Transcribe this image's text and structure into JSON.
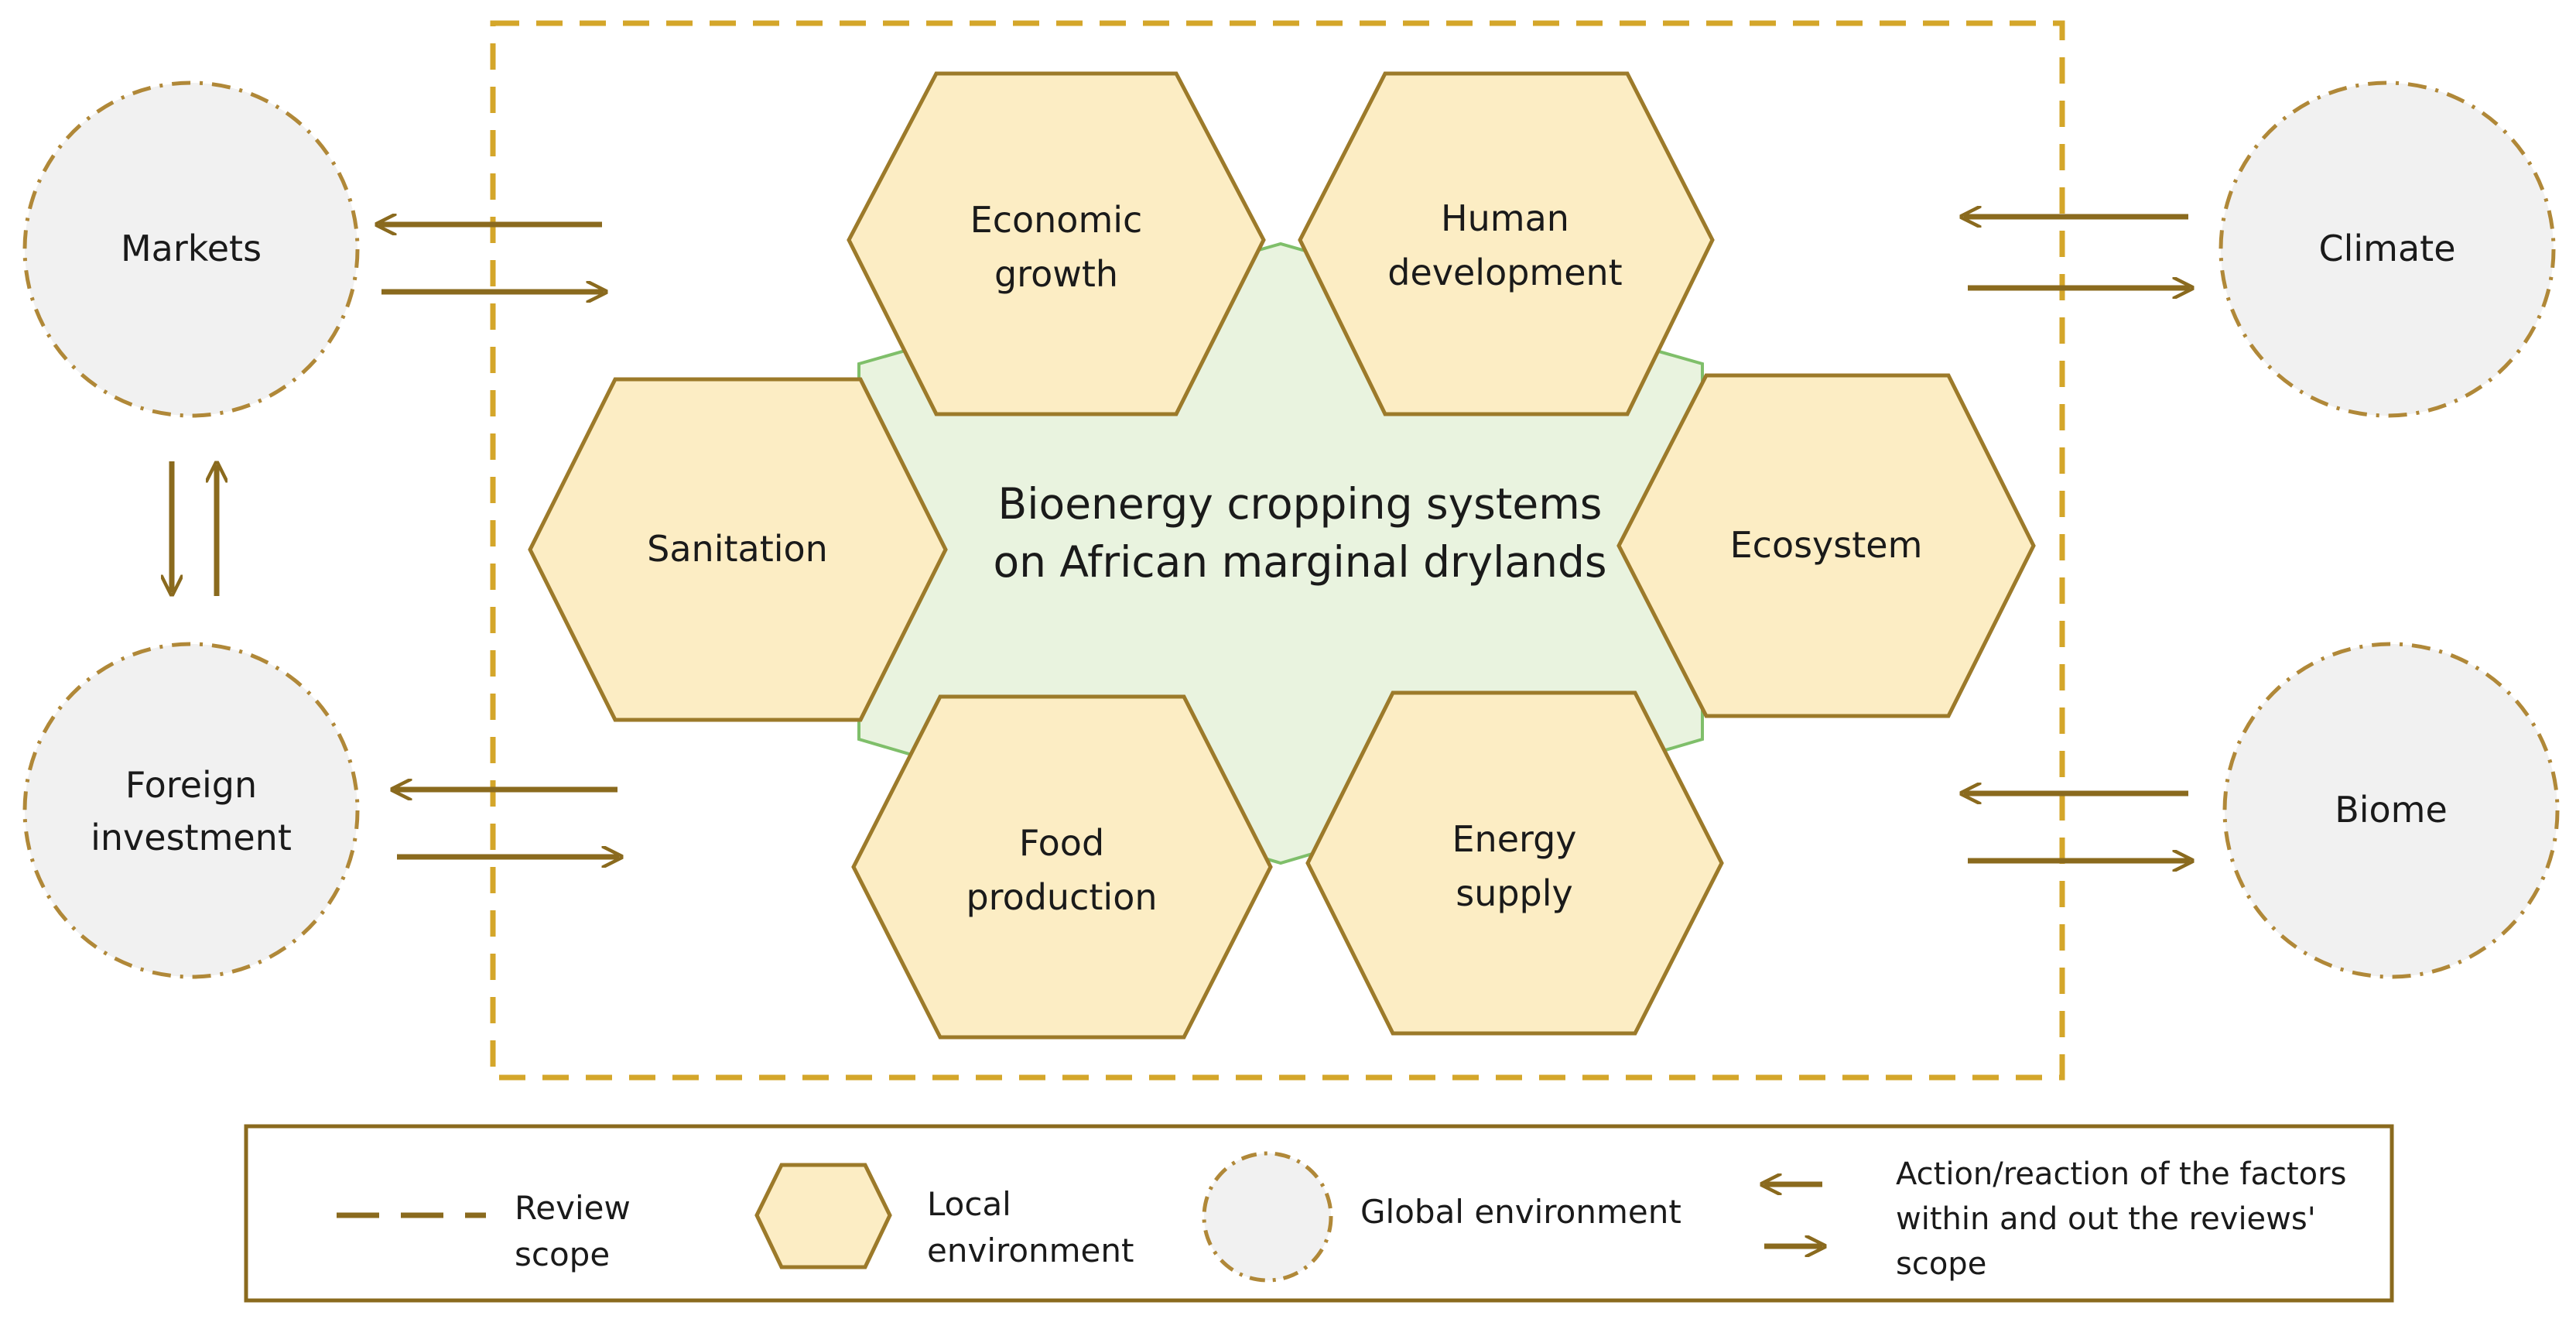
{
  "center_label": [
    "Bioenergy cropping systems",
    "on African marginal drylands"
  ],
  "local_factors": [
    {
      "id": "economic-growth",
      "lines": [
        "Economic",
        "growth"
      ]
    },
    {
      "id": "human-development",
      "lines": [
        "Human",
        "development"
      ]
    },
    {
      "id": "sanitation",
      "lines": [
        "Sanitation"
      ]
    },
    {
      "id": "ecosystem",
      "lines": [
        "Ecosystem"
      ]
    },
    {
      "id": "food-production",
      "lines": [
        "Food",
        "production"
      ]
    },
    {
      "id": "energy-supply",
      "lines": [
        "Energy",
        "supply"
      ]
    }
  ],
  "global_factors": [
    {
      "id": "markets",
      "lines": [
        "Markets"
      ]
    },
    {
      "id": "foreign-investment",
      "lines": [
        "Foreign",
        "investment"
      ]
    },
    {
      "id": "climate",
      "lines": [
        "Climate"
      ]
    },
    {
      "id": "biome",
      "lines": [
        "Biome"
      ]
    }
  ],
  "legend": {
    "review_scope": [
      "Review",
      "scope"
    ],
    "local_environment": [
      "Local",
      "environment"
    ],
    "global_environment": [
      "Global environment"
    ],
    "action_reaction": [
      "Action/reaction of the factors",
      "within and out the reviews'",
      "scope"
    ]
  },
  "colors": {
    "gold": "#D4A62A",
    "brown_arrow": "#8A6A1E",
    "hex_fill": "#FCEDC4",
    "hex_stroke": "#9C7A2A",
    "center_fill": "#E9F3DF",
    "center_stroke": "#7FBF6A",
    "circle_fill": "#F1F1F1",
    "circle_stroke": "#B08838"
  }
}
